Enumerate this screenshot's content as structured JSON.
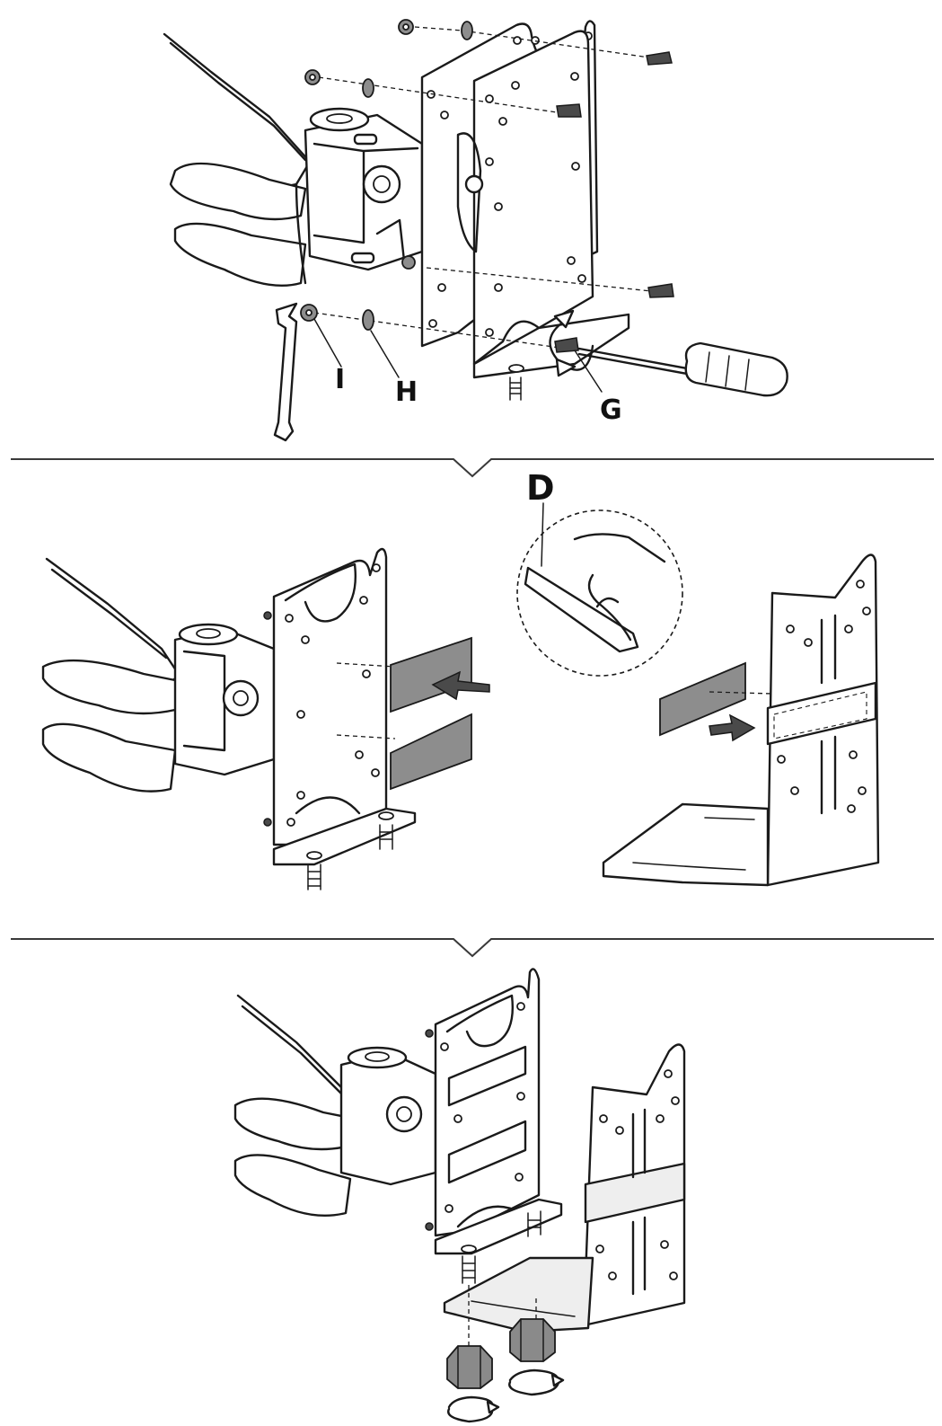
{
  "callouts": {
    "G": "G",
    "H": "H",
    "I": "I",
    "D": "D"
  },
  "colors": {
    "line": "#1a1a1a",
    "adhesive_pad": "#8d8d8d",
    "nut": "#8a8a8a",
    "background": "#ffffff"
  },
  "icons": [
    "screwdriver-icon",
    "wrench-icon",
    "rotate-arrow-icon",
    "push-arrow-icon",
    "magnifier-circle-icon"
  ]
}
